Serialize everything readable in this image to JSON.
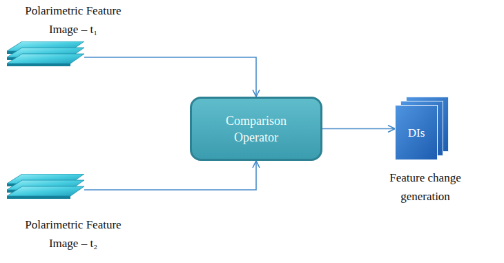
{
  "diagram": {
    "nodes": [
      {
        "text": [
          "Polarimetric Feature Image – t₁"
        ]
      },
      {
        "text": [
          "Comparison Operator"
        ]
      },
      {
        "text": [
          "DIs",
          "Feature change generation"
        ]
      },
      {
        "text": [
          "Polarimetric Feature Image – t₂"
        ]
      }
    ],
    "edges": [
      {
        "from": 0,
        "to": 1,
        "arrow": "to"
      },
      {
        "from": 3,
        "to": 1,
        "arrow": "to"
      },
      {
        "from": 1,
        "to": 2,
        "arrow": "to"
      }
    ]
  }
}
